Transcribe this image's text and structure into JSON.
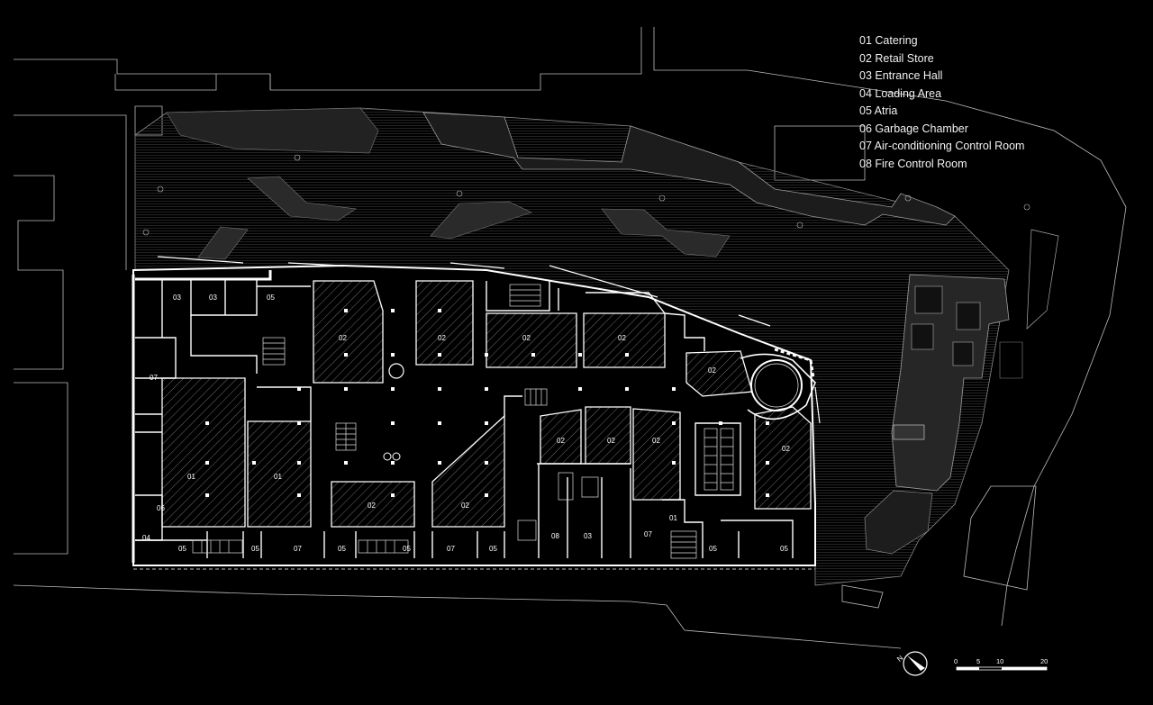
{
  "legend": [
    "01 Catering",
    "02 Retail Store",
    "03 Entrance Hall",
    "04 Loading Area",
    "05 Atria",
    "06 Garbage Chamber",
    "07 Air-conditioning Control Room",
    "08 Fire Control Room"
  ],
  "rooms": [
    {
      "label": "03"
    },
    {
      "label": "03"
    },
    {
      "label": "05"
    },
    {
      "label": "02"
    },
    {
      "label": "02"
    },
    {
      "label": "02"
    },
    {
      "label": "02"
    },
    {
      "label": "02"
    },
    {
      "label": "07"
    },
    {
      "label": "01"
    },
    {
      "label": "01"
    },
    {
      "label": "02"
    },
    {
      "label": "02"
    },
    {
      "label": "02"
    },
    {
      "label": "02"
    },
    {
      "label": "02"
    },
    {
      "label": "02"
    },
    {
      "label": "06"
    },
    {
      "label": "04"
    },
    {
      "label": "05"
    },
    {
      "label": "05"
    },
    {
      "label": "07"
    },
    {
      "label": "05"
    },
    {
      "label": "05"
    },
    {
      "label": "07"
    },
    {
      "label": "05"
    },
    {
      "label": "08"
    },
    {
      "label": "03"
    },
    {
      "label": "07"
    },
    {
      "label": "01"
    },
    {
      "label": "05"
    },
    {
      "label": "05"
    }
  ],
  "north": {
    "label": "N"
  },
  "scale_bar": {
    "ticks": [
      "0",
      "5",
      "10",
      "20"
    ]
  }
}
